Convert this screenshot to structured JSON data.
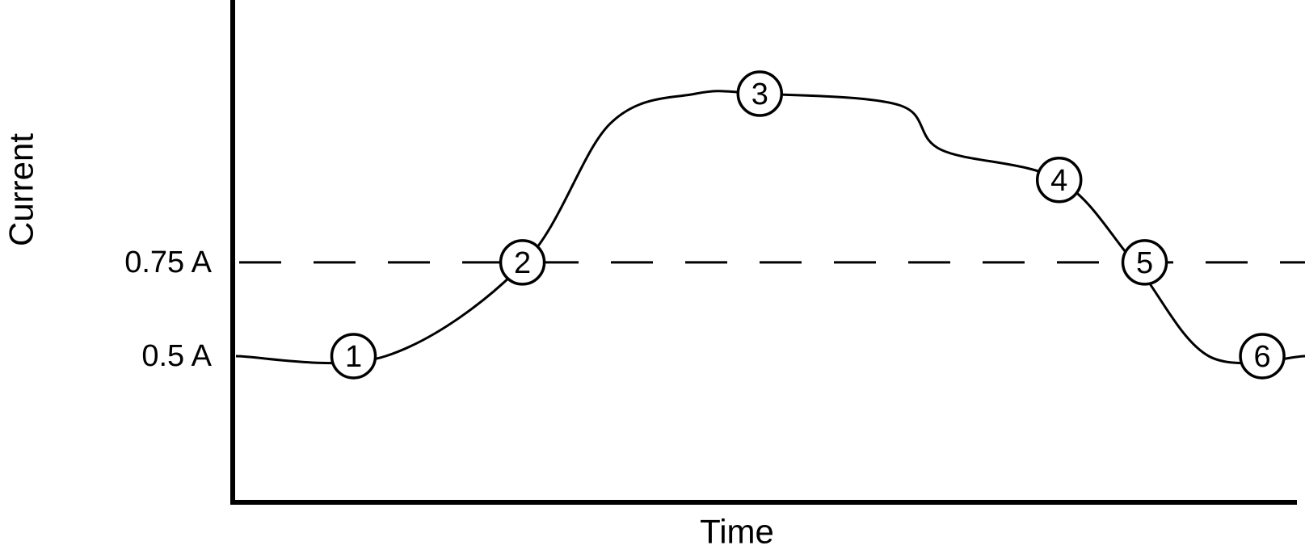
{
  "chart_data": {
    "type": "line",
    "xlabel": "Time",
    "ylabel": "Current",
    "y_ticks": [
      {
        "value": 0.5,
        "label": "0.5 A"
      },
      {
        "value": 0.75,
        "label": "0.75 A"
      }
    ],
    "reference_line": {
      "value": 0.75,
      "style": "dashed"
    },
    "grid": false,
    "legend": "none",
    "ylim": [
      0.11,
      1.45
    ],
    "xlim": [
      0,
      1
    ],
    "series": [
      {
        "points": [
          {
            "x": 0.0,
            "y": 0.5
          },
          {
            "x": 0.14,
            "y": 0.5
          },
          {
            "x": 0.27,
            "y": 0.75
          },
          {
            "x": 0.35,
            "y": 1.12
          },
          {
            "x": 0.43,
            "y": 1.2
          },
          {
            "x": 0.49,
            "y": 1.2
          },
          {
            "x": 0.62,
            "y": 1.17
          },
          {
            "x": 0.66,
            "y": 1.05
          },
          {
            "x": 0.77,
            "y": 0.97
          },
          {
            "x": 0.84,
            "y": 0.75
          },
          {
            "x": 0.91,
            "y": 0.5
          },
          {
            "x": 1.0,
            "y": 0.5
          }
        ]
      }
    ],
    "markers": [
      {
        "label": "1",
        "x": 0.11,
        "y": 0.5
      },
      {
        "label": "2",
        "x": 0.268,
        "y": 0.75
      },
      {
        "label": "3",
        "x": 0.49,
        "y": 1.2
      },
      {
        "label": "4",
        "x": 0.77,
        "y": 0.97
      },
      {
        "label": "5",
        "x": 0.85,
        "y": 0.75
      },
      {
        "label": "6",
        "x": 0.96,
        "y": 0.5
      }
    ]
  }
}
